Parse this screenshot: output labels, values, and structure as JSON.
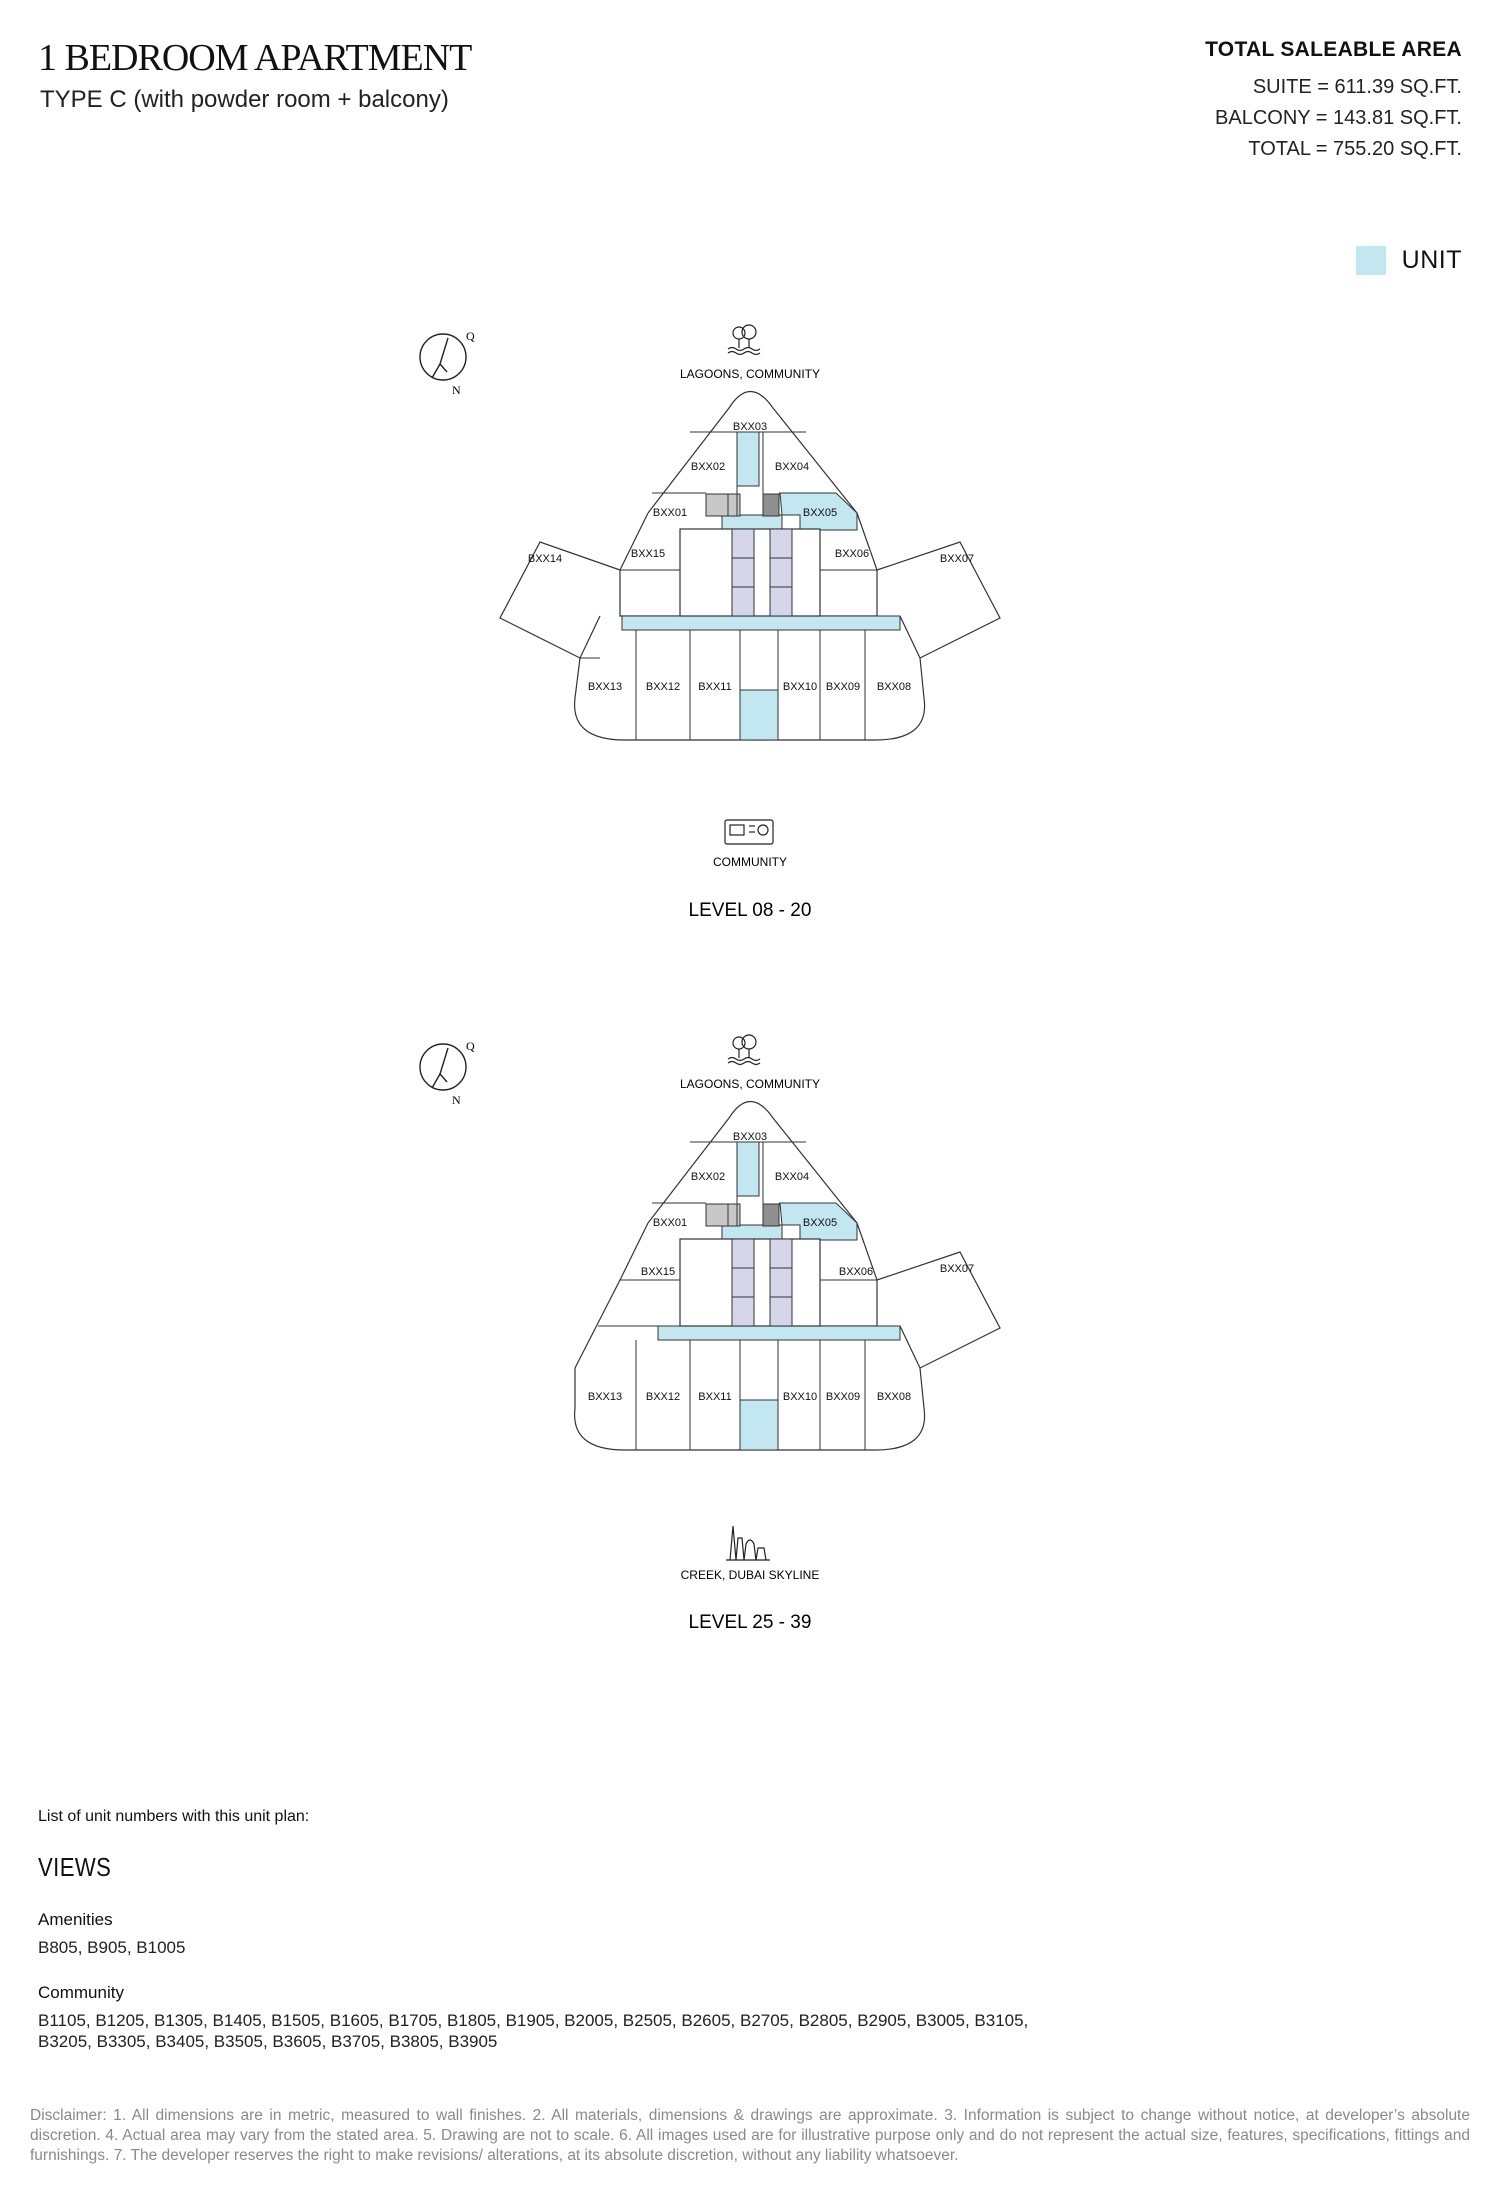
{
  "header": {
    "title": "1 BEDROOM APARTMENT",
    "subtitle": "TYPE C (with powder room + balcony)"
  },
  "saleable_area": {
    "heading": "TOTAL SALEABLE AREA",
    "suite": "SUITE = 611.39 SQ.FT.",
    "balcony": "BALCONY = 143.81 SQ.FT.",
    "total": "TOTAL = 755.20 SQ.FT."
  },
  "legend": {
    "label": "UNIT",
    "color": "#c3e7f0"
  },
  "compass": {
    "north": "N",
    "q": "Q"
  },
  "plans": [
    {
      "top_view": "LAGOONS, COMMUNITY",
      "bottom_view": "COMMUNITY",
      "level": "LEVEL 08 - 20",
      "units": {
        "u03": "BXX03",
        "u02": "BXX02",
        "u04": "BXX04",
        "u01": "BXX01",
        "u05": "BXX05",
        "u14": "BXX14",
        "u15": "BXX15",
        "u06": "BXX06",
        "u07": "BXX07",
        "u13": "BXX13",
        "u12": "BXX12",
        "u11": "BXX11",
        "u10": "BXX10",
        "u09": "BXX09",
        "u08": "BXX08"
      }
    },
    {
      "top_view": "LAGOONS, COMMUNITY",
      "bottom_view": "CREEK, DUBAI SKYLINE",
      "level": "LEVEL 25 - 39",
      "units": {
        "u03": "BXX03",
        "u02": "BXX02",
        "u04": "BXX04",
        "u01": "BXX01",
        "u05": "BXX05",
        "u15": "BXX15",
        "u06": "BXX06",
        "u07": "BXX07",
        "u13": "BXX13",
        "u12": "BXX12",
        "u11": "BXX11",
        "u10": "BXX10",
        "u09": "BXX09",
        "u08": "BXX08"
      }
    }
  ],
  "unit_list": {
    "intro": "List of unit numbers with this unit plan:",
    "views_heading": "VIEWS",
    "groups": [
      {
        "name": "Amenities",
        "units": "B805, B905, B1005"
      },
      {
        "name": "Community",
        "units_line1": "B1105, B1205, B1305, B1405, B1505, B1605, B1705, B1805, B1905, B2005, B2505, B2605, B2705, B2805, B2905, B3005, B3105,",
        "units_line2": "B3205, B3305, B3405, B3505, B3605, B3705, B3805, B3905"
      }
    ]
  },
  "disclaimer": "Disclaimer: 1. All dimensions are in metric, measured to wall finishes. 2. All materials, dimensions & drawings are approximate. 3. Information is subject to change without notice, at developer’s absolute discretion. 4. Actual area may vary from the stated area. 5. Drawing are not to scale. 6. All images used are for illustrative purpose only and do not represent the actual size, features, specifications, fittings and furnishings. 7. The developer reserves the right to make revisions/ alterations, at its absolute discretion, without any liability whatsoever."
}
